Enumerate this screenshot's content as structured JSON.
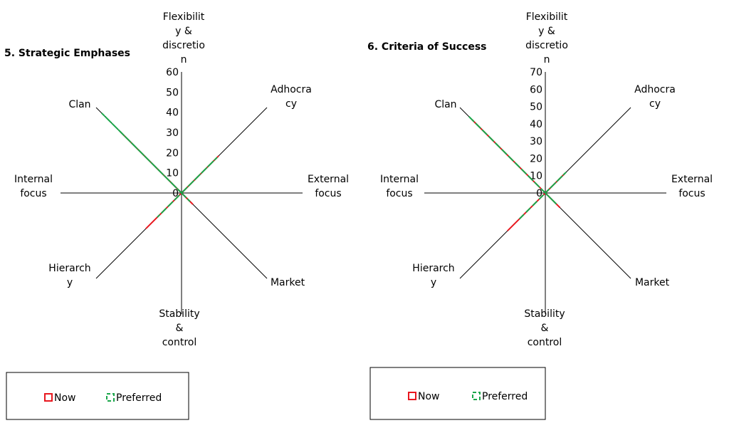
{
  "colors": {
    "now": "#e8171e",
    "preferred": "#1aa64a",
    "axis": "#000000"
  },
  "chart_data": [
    {
      "type": "radar",
      "title": "5. Strategic Emphases",
      "axes": [
        {
          "key": "flex",
          "label": [
            "Flexibilit",
            "y &",
            "discretio",
            "n"
          ]
        },
        {
          "key": "adhocracy",
          "label": [
            "Adhocra",
            "cy"
          ]
        },
        {
          "key": "external",
          "label": [
            "External",
            "focus"
          ]
        },
        {
          "key": "market",
          "label": [
            "Market"
          ]
        },
        {
          "key": "stability",
          "label": [
            "Stability",
            "&",
            "control"
          ]
        },
        {
          "key": "hierarchy",
          "label": [
            "Hierarch",
            "y"
          ]
        },
        {
          "key": "internal",
          "label": [
            "Internal",
            "focus"
          ]
        },
        {
          "key": "clan",
          "label": [
            "Clan"
          ]
        }
      ],
      "ticks": [
        0,
        10,
        20,
        30,
        40,
        50,
        60
      ],
      "rmax": 60,
      "series": [
        {
          "name": "Now",
          "values": {
            "clan": 43,
            "adhocracy": 26,
            "market": 8,
            "hierarchy": 25
          }
        },
        {
          "name": "Preferred",
          "values": {
            "clan": 56,
            "adhocracy": 25,
            "market": 6,
            "hierarchy": 17
          }
        }
      ],
      "legend": [
        "Now",
        "Preferred"
      ]
    },
    {
      "type": "radar",
      "title": "6. Criteria of Success",
      "axes": [
        {
          "key": "flex",
          "label": [
            "Flexibilit",
            "y &",
            "discretio",
            "n"
          ]
        },
        {
          "key": "adhocracy",
          "label": [
            "Adhocra",
            "cy"
          ]
        },
        {
          "key": "external",
          "label": [
            "External",
            "focus"
          ]
        },
        {
          "key": "market",
          "label": [
            "Market"
          ]
        },
        {
          "key": "stability",
          "label": [
            "Stability",
            "&",
            "control"
          ]
        },
        {
          "key": "hierarchy",
          "label": [
            "Hierarch",
            "y"
          ]
        },
        {
          "key": "internal",
          "label": [
            "Internal",
            "focus"
          ]
        },
        {
          "key": "clan",
          "label": [
            "Clan"
          ]
        }
      ],
      "ticks": [
        0,
        10,
        20,
        30,
        40,
        50,
        60,
        70
      ],
      "rmax": 70,
      "series": [
        {
          "name": "Now",
          "values": {
            "clan": 60,
            "adhocracy": 16,
            "market": 12,
            "hierarchy": 31
          }
        },
        {
          "name": "Preferred",
          "values": {
            "clan": 63,
            "adhocracy": 17,
            "market": 9,
            "hierarchy": 22
          }
        }
      ],
      "legend": [
        "Now",
        "Preferred"
      ]
    }
  ]
}
